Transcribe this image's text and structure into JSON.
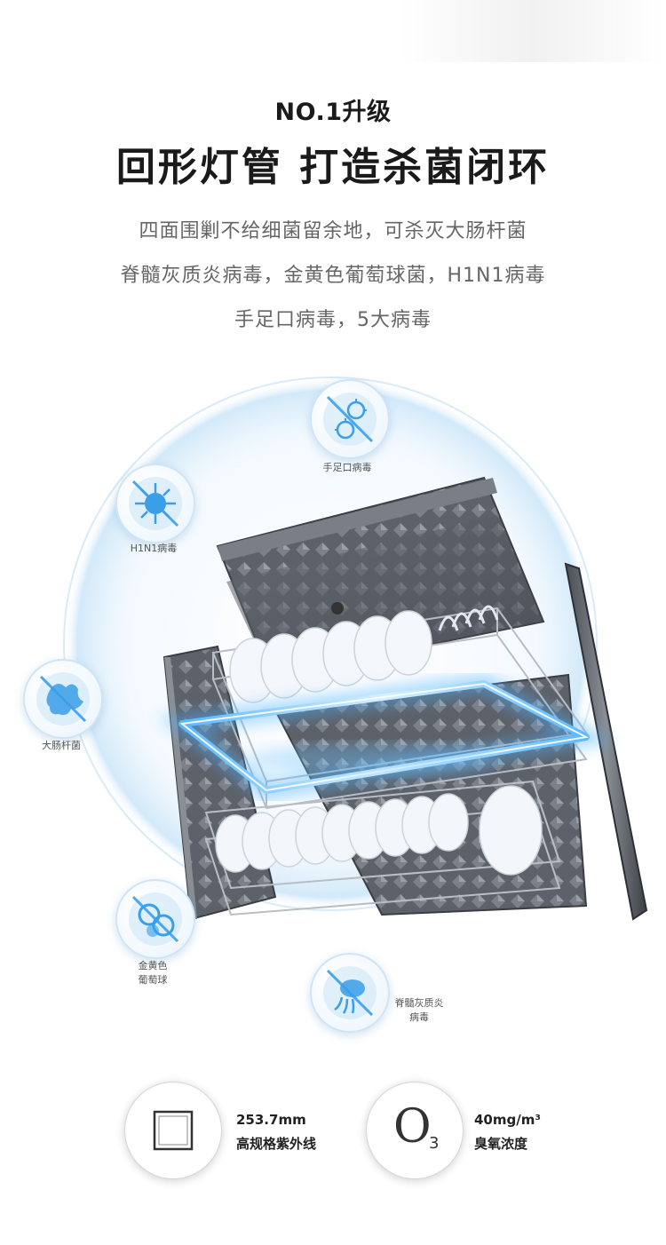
{
  "header": {
    "tagline": "NO.1升级",
    "headline": "回形灯管 打造杀菌闭环",
    "description_lines": [
      "四面围剿不给细菌留余地，可杀灭大肠杆菌",
      "脊髓灰质炎病毒，金黄色葡萄球菌，H1N1病毒",
      "手足口病毒，5大病毒"
    ]
  },
  "badges": [
    {
      "icon": "hand-foot-mouth-virus-icon",
      "label_lines": [
        "手足口病毒"
      ]
    },
    {
      "icon": "h1n1-virus-icon",
      "label_lines": [
        "H1N1病毒"
      ]
    },
    {
      "icon": "e-coli-bacteria-icon",
      "label_lines": [
        "大肠杆菌"
      ]
    },
    {
      "icon": "staphylococcus-aureus-icon",
      "label_lines": [
        "金黄色",
        "葡萄球"
      ]
    },
    {
      "icon": "poliovirus-icon",
      "label_lines": [
        "脊髓灰质炎",
        "病毒"
      ]
    }
  ],
  "specs": [
    {
      "icon": "uv-tube-frame-icon",
      "value": "253.7mm",
      "label": "高规格紫外线"
    },
    {
      "icon": "ozone-icon",
      "symbol": "O",
      "subscript": "3",
      "value": "40mg/m³",
      "label": "臭氧浓度"
    }
  ],
  "colors": {
    "accent_blue": "#3a9ee8",
    "uv_glow": "#4fb3ff",
    "text_dark": "#1a1a1a",
    "text_gray": "#666666",
    "cabinet_gray": "#5a5e66"
  }
}
